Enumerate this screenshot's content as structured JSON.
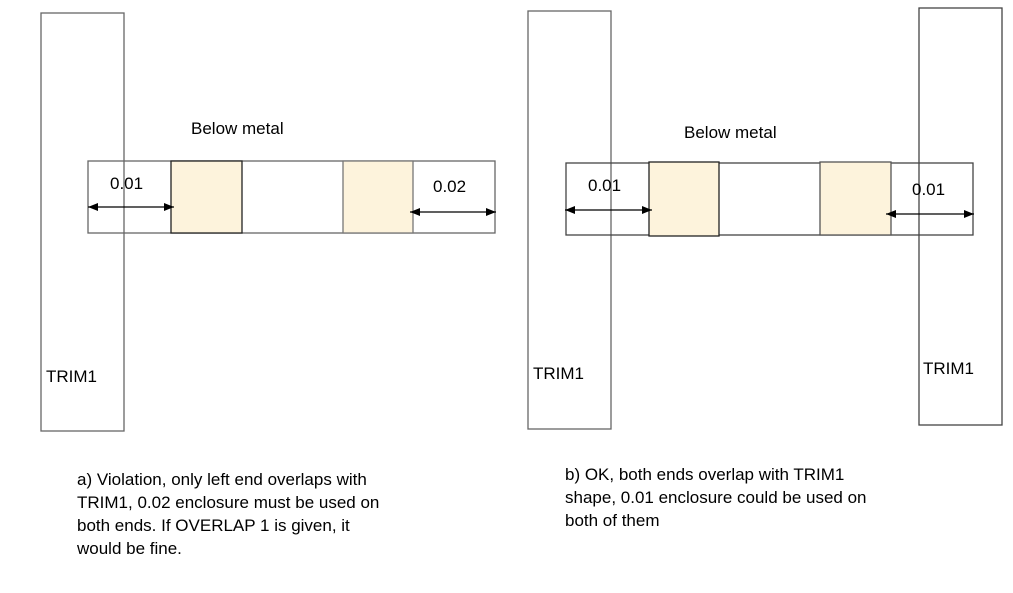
{
  "colors": {
    "via_fill": "#fdf3dc",
    "outline": "#666666"
  },
  "panel_a": {
    "metal_label": "Below metal",
    "left_dimension": "0.01",
    "right_dimension": "0.02",
    "trim_label": "TRIM1",
    "caption": "a) Violation, only left end overlaps with\nTRIM1, 0.02 enclosure must be used on\nboth ends. If OVERLAP 1 is given, it\nwould be fine."
  },
  "panel_b": {
    "metal_label": "Below metal",
    "left_dimension": "0.01",
    "right_dimension": "0.01",
    "trim_left_label": "TRIM1",
    "trim_right_label": "TRIM1",
    "caption": "b) OK, both ends overlap with TRIM1\nshape, 0.01 enclosure could be used on\nboth of them"
  }
}
